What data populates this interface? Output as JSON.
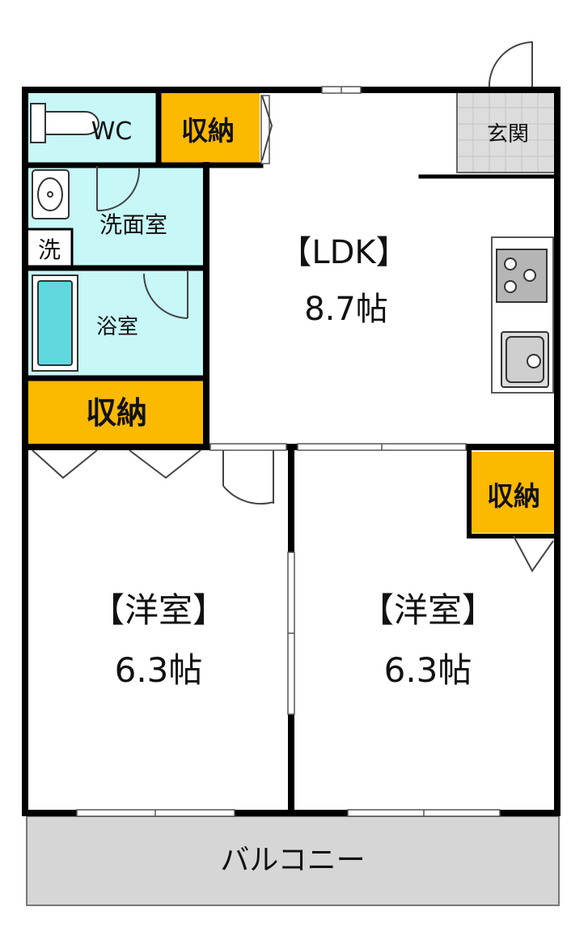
{
  "rooms": {
    "wc": "WC",
    "storage_wc": "収納",
    "entrance": "玄関",
    "washroom": "洗面室",
    "washer": "洗",
    "bathroom": "浴室",
    "storage_hall": "収納",
    "ldk_name": "【LDK】",
    "ldk_size": "8.7帖",
    "storage_right": "収納",
    "western_left_name": "【洋室】",
    "western_left_size": "6.3帖",
    "western_right_name": "【洋室】",
    "western_right_size": "6.3帖",
    "balcony": "バルコニー"
  },
  "colors": {
    "wet_area": "#c8f7f7",
    "storage": "#fbb900",
    "entrance": "#dddddd",
    "balcony": "#d6d6d6",
    "wall": "#000000"
  },
  "icons": [
    "toilet-icon",
    "washbasin-icon",
    "bathtub-icon",
    "stove-icon",
    "sink-icon"
  ]
}
